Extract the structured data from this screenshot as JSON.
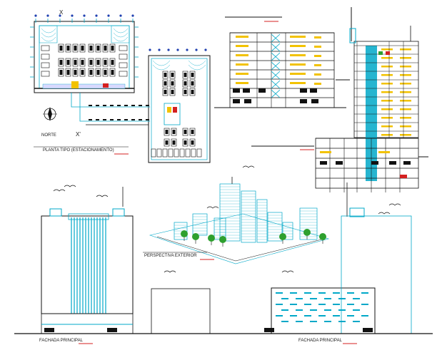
{
  "labels": {
    "plan_title": "PLANTA TIPO (ESTACIONAMENTO)",
    "north": "NORTE",
    "perspective_title": "PERSPECTIVA EXTERIOR",
    "facade_left": "FACHADA PRINCIPAL",
    "facade_right": "FACHADA PRINCIPAL",
    "axis_x_top": "X",
    "axis_x_bottom": "X'"
  },
  "colors": {
    "background": "#ffffff",
    "cyan": "#00a8c8",
    "yellow": "#f2c200",
    "red": "#d42020",
    "green": "#2ea02e",
    "line": "#111111"
  }
}
